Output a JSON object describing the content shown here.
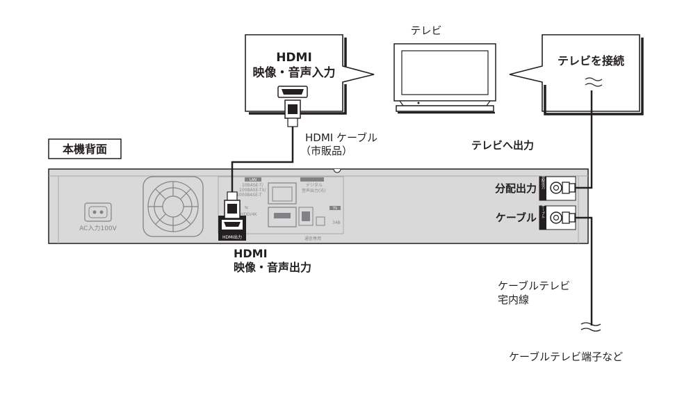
{
  "labels": {
    "tv": "テレビ",
    "hdmi_input_line1": "HDMI",
    "hdmi_input_line2": "映像・音声入力",
    "connect_tv": "テレビを接続",
    "rear_panel": "本機背面",
    "hdmi_cable_line1": "HDMI ケーブル",
    "hdmi_cable_line2": "（市販品）",
    "to_tv_output": "テレビへ出力",
    "distribution_output": "分配出力",
    "cable": "ケーブル",
    "hdmi_output_line1": "HDMI",
    "hdmi_output_line2": "映像・音声出力",
    "cable_tv_indoor_line1": "ケーブルテレビ",
    "cable_tv_indoor_line2": "宅内線",
    "cable_tv_terminal": "ケーブルテレビ端子など"
  },
  "device_markings": {
    "ac_input": "AC入力100V",
    "lan": "LAN",
    "lan_spec_1": "10BASE-T/",
    "lan_spec_2": "100BASE-TX/",
    "lan_spec_3": "1000BASE-T",
    "hdd_usb": "HDD/4K",
    "digital_audio_1": "デジタル",
    "digital_audio_2": "音声出力(光)",
    "hdmi_port": "HDMI出力",
    "ts": "TS",
    "ts_value": "34B",
    "comm_only": "通信専用",
    "dist_port": "分配出力",
    "cable_port": "ケーブル"
  },
  "colors": {
    "line": "#231f20",
    "device_fill": "#d9d9d9",
    "device_dark": "#6d6e70",
    "screen": "#ffffff"
  }
}
